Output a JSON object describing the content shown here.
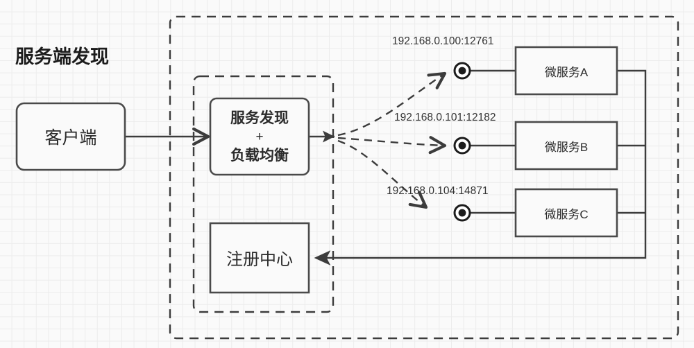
{
  "diagram": {
    "title": "服务端发现",
    "colors": {
      "stroke": "#3c3c3c",
      "node_fill": "#fafafa",
      "background": "#fafafa",
      "grid": "#ececec",
      "text": "#2b2b2b",
      "dashed_border": "#3c3c3c"
    },
    "nodes": {
      "client": {
        "label": "客户端"
      },
      "discovery": {
        "line1": "服务发现",
        "line2": "+",
        "line3": "负载均衡"
      },
      "registry": {
        "label": "注册中心"
      },
      "service_a": {
        "label": "微服务A"
      },
      "service_b": {
        "label": "微服务B"
      },
      "service_c": {
        "label": "微服务C"
      }
    },
    "endpoints": [
      {
        "name": "endpoint-a",
        "address": "192.168.0.100:12761"
      },
      {
        "name": "endpoint-b",
        "address": "192.168.0.101:12182"
      },
      {
        "name": "endpoint-c",
        "address": "192.168.0.104:14871"
      }
    ],
    "edges": [
      {
        "name": "client-to-discovery",
        "style": "solid",
        "arrow": "open-right"
      },
      {
        "name": "discovery-to-endpoint-a",
        "style": "dashed",
        "arrow": "open-right"
      },
      {
        "name": "discovery-to-endpoint-b",
        "style": "dashed",
        "arrow": "open-right"
      },
      {
        "name": "discovery-to-endpoint-c",
        "style": "dashed",
        "arrow": "open-right"
      },
      {
        "name": "discovery-fan-arrowhead",
        "style": "solid",
        "arrow": "filled-left"
      },
      {
        "name": "services-to-registry",
        "style": "solid",
        "arrow": "filled-left"
      }
    ],
    "containers": [
      {
        "name": "outer-boundary",
        "style": "dashed"
      },
      {
        "name": "server-side-group",
        "style": "dashed"
      }
    ]
  }
}
